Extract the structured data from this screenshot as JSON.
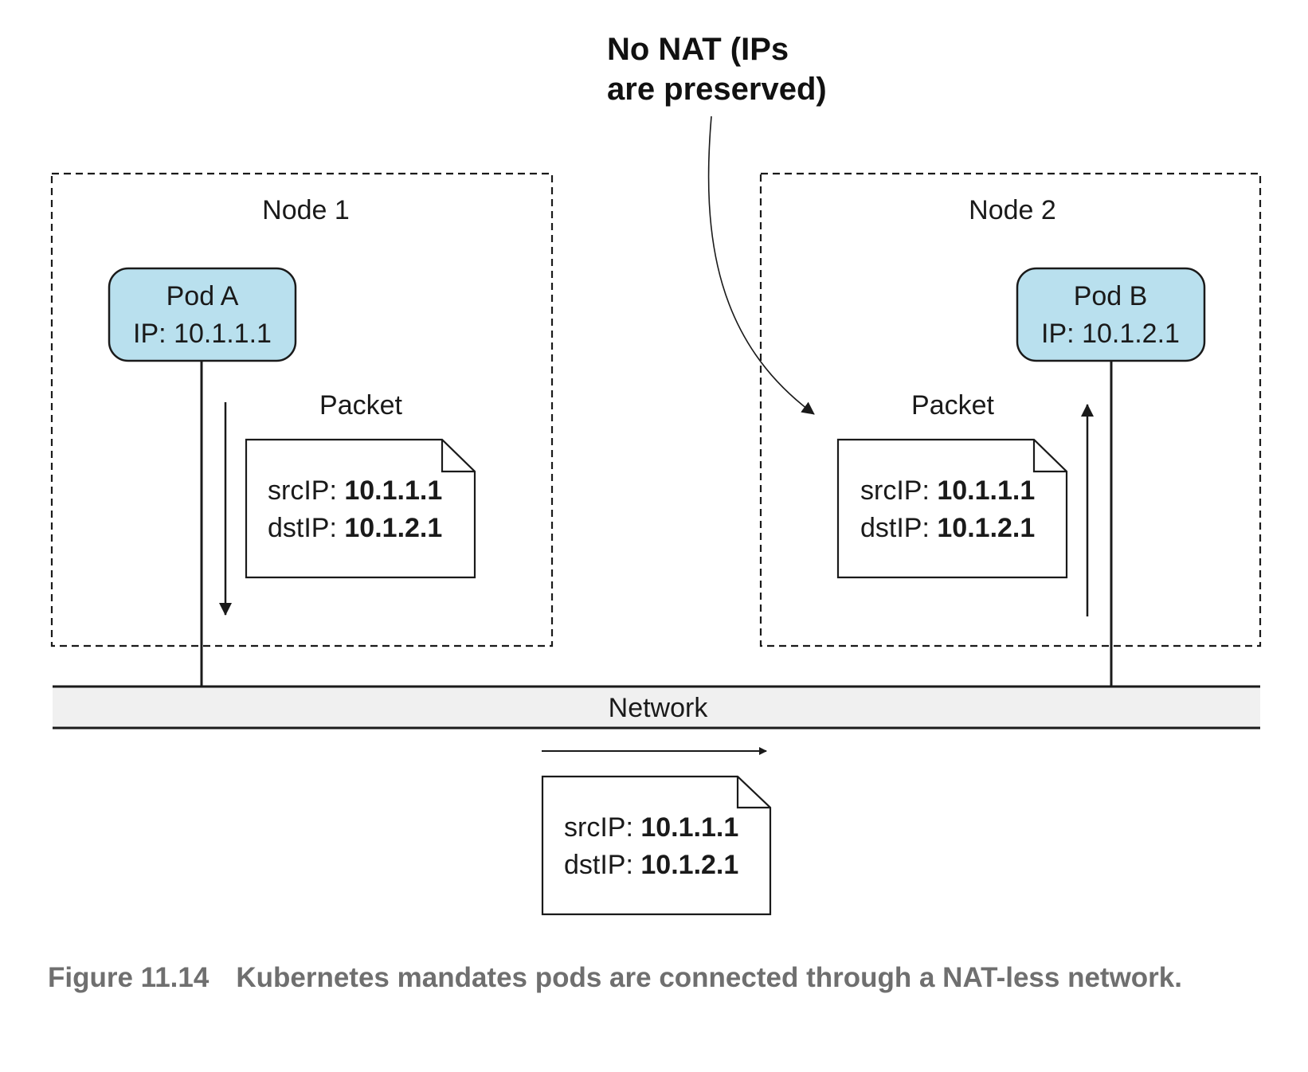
{
  "callout": {
    "line1": "No NAT (IPs",
    "line2": "are preserved)"
  },
  "node1": {
    "title": "Node 1",
    "pod": {
      "name": "Pod A",
      "ip": "IP: 10.1.1.1"
    },
    "packet": {
      "label": "Packet",
      "src_label": "srcIP:",
      "src_value": "10.1.1.1",
      "dst_label": "dstIP:",
      "dst_value": "10.1.2.1"
    }
  },
  "node2": {
    "title": "Node 2",
    "pod": {
      "name": "Pod B",
      "ip": "IP: 10.1.2.1"
    },
    "packet": {
      "label": "Packet",
      "src_label": "srcIP:",
      "src_value": "10.1.1.1",
      "dst_label": "dstIP:",
      "dst_value": "10.1.2.1"
    }
  },
  "network": {
    "label": "Network",
    "packet": {
      "src_label": "srcIP:",
      "src_value": "10.1.1.1",
      "dst_label": "dstIP:",
      "dst_value": "10.1.2.1"
    }
  },
  "caption": {
    "figure": "Figure 11.14",
    "text": "Kubernetes mandates pods are connected through a NAT-less network."
  },
  "colors": {
    "pod_fill": "#b9e0ee",
    "network_fill": "#f0f0f0",
    "caption_text": "#6f6f6f"
  }
}
